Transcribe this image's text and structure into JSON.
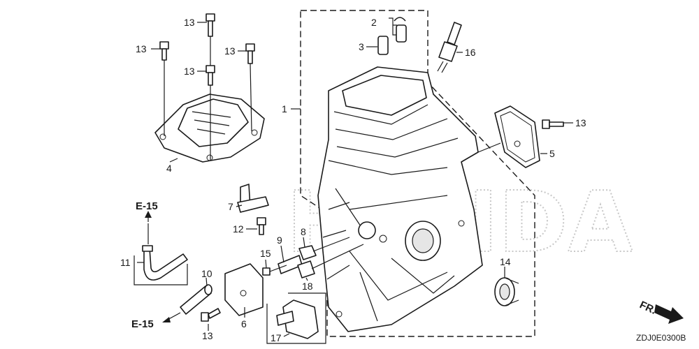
{
  "labels": {
    "p1": "1",
    "p2": "2",
    "p3": "3",
    "p4": "4",
    "p5": "5",
    "p6": "6",
    "p7": "7",
    "p8": "8",
    "p9": "9",
    "p10": "10",
    "p11": "11",
    "p12": "12",
    "p13a": "13",
    "p13b": "13",
    "p13c": "13",
    "p13d": "13",
    "p13e": "13",
    "p13f": "13",
    "p14": "14",
    "p15": "15",
    "p16": "16",
    "p17": "17",
    "p18": "18"
  },
  "refs": {
    "top": "E-15",
    "bottom": "E-15"
  },
  "direction": "FR.",
  "code": "ZDJ0E0300B",
  "watermark": "HONDA"
}
